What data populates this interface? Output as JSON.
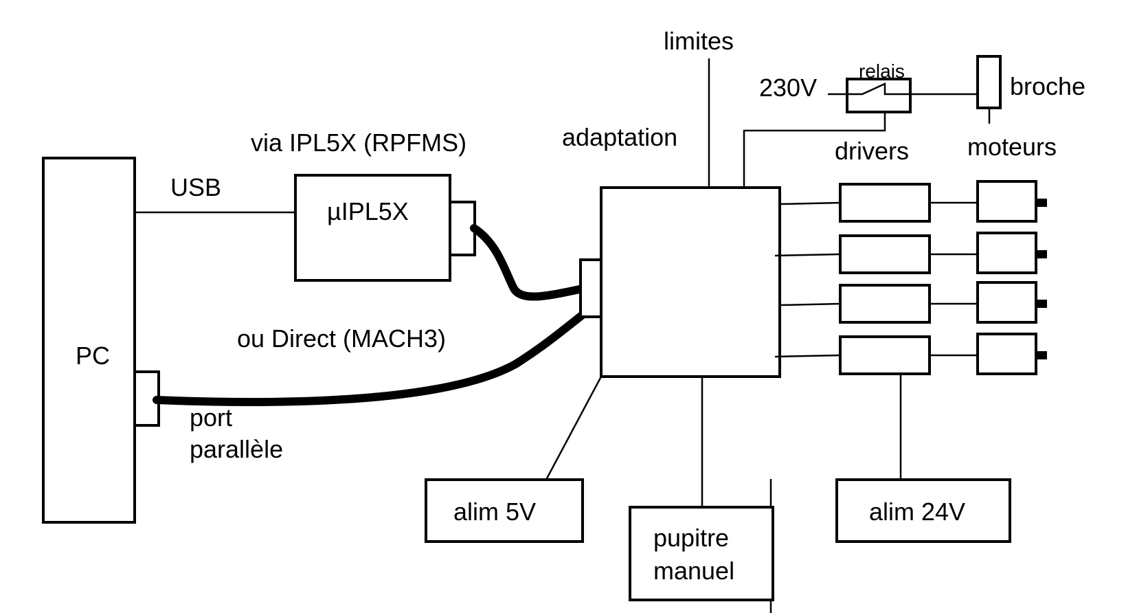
{
  "labels": {
    "pc": "PC",
    "usb": "USB",
    "via": "via IPL5X (RPFMS)",
    "uipl": "µIPL5X",
    "ou_direct": "ou Direct (MACH3)",
    "port_line1": "port",
    "port_line2": "parallèle",
    "adaptation": "adaptation",
    "limites": "limites",
    "v230": "230V",
    "relais": "relais",
    "broche": "broche",
    "drivers": "drivers",
    "moteurs": "moteurs",
    "alim5v": "alim 5V",
    "pupitre_line1": "pupitre",
    "pupitre_line2": "manuel",
    "alim24v": "alim 24V"
  },
  "drivers": [
    {
      "id": "driver-1"
    },
    {
      "id": "driver-2"
    },
    {
      "id": "driver-3"
    },
    {
      "id": "driver-4"
    }
  ],
  "motors": [
    {
      "id": "motor-1"
    },
    {
      "id": "motor-2"
    },
    {
      "id": "motor-3"
    },
    {
      "id": "motor-4"
    }
  ]
}
